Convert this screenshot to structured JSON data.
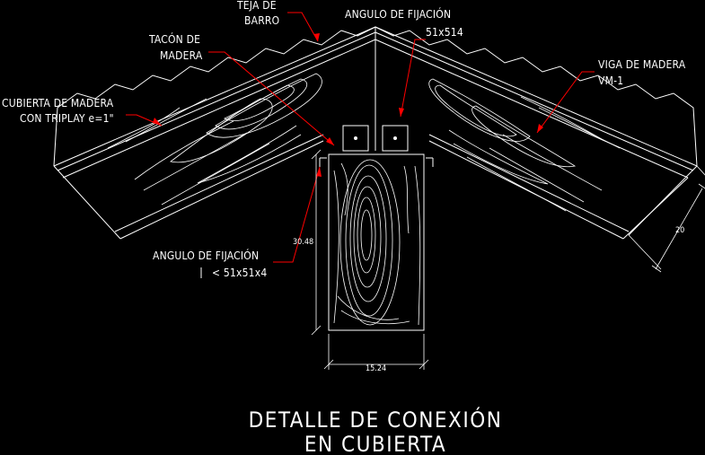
{
  "labels": {
    "teja_line1": "TEJA DE",
    "teja_line2": "BARRO",
    "angulo_top_line1": "ANGULO DE FIJACIÓN",
    "angulo_top_line2": "51x514",
    "tacon_line1": "TACÓN DE",
    "tacon_line2": "MADERA",
    "viga_line1": "VIGA DE MADERA",
    "viga_line2": "VM-1",
    "cubierta_line1": "CUBIERTA DE MADERA",
    "cubierta_line2": "CON TRIPLAY e=1\"",
    "angulo_bottom_line1": "ANGULO DE FIJACIÓN",
    "angulo_bottom_line2": "< 51x51x4"
  },
  "dimensions": {
    "beam_height": "30.48",
    "beam_width": "15.24",
    "rafter_depth": "20"
  },
  "title": {
    "line1": "DETALLE DE CONEXIÓN",
    "line2": "EN CUBIERTA"
  },
  "colors": {
    "background": "#000000",
    "linework": "#ffffff",
    "leader": "#ff0000"
  }
}
